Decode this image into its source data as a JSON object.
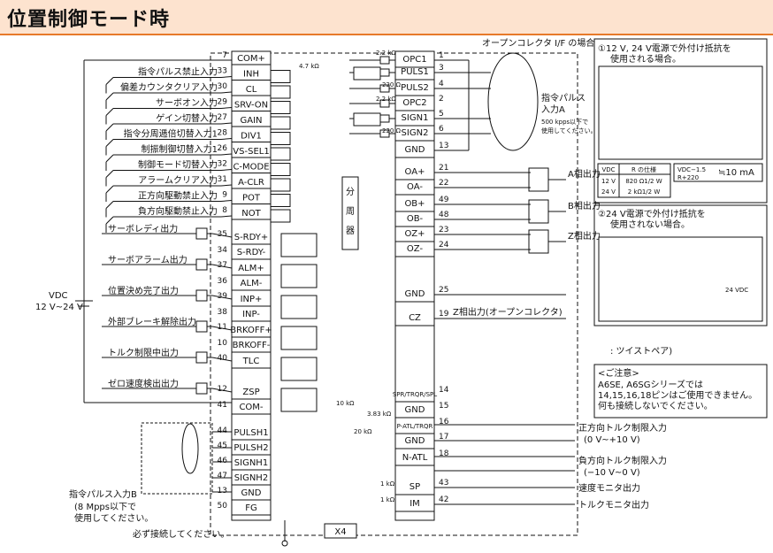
{
  "header": {
    "title": "位置制御モード時"
  },
  "left_pins": [
    {
      "num": "7",
      "label": "COM+",
      "desc": ""
    },
    {
      "num": "33",
      "label": "INH",
      "desc": "指令パルス禁止入力"
    },
    {
      "num": "30",
      "label": "CL",
      "desc": "偏差カウンタクリア入力"
    },
    {
      "num": "29",
      "label": "SRV-ON",
      "desc": "サーボオン入力"
    },
    {
      "num": "27",
      "label": "GAIN",
      "desc": "ゲイン切替入力"
    },
    {
      "num": "28",
      "label": "DIV1",
      "desc": "指令分周逓倍切替入力1"
    },
    {
      "num": "26",
      "label": "VS-SEL1",
      "desc": "制振制御切替入力1"
    },
    {
      "num": "32",
      "label": "C-MODE",
      "desc": "制御モード切替入力"
    },
    {
      "num": "31",
      "label": "A-CLR",
      "desc": "アラームクリア入力"
    },
    {
      "num": "9",
      "label": "POT",
      "desc": "正方向駆動禁止入力"
    },
    {
      "num": "8",
      "label": "NOT",
      "desc": "負方向駆動禁止入力"
    }
  ],
  "outputs": [
    {
      "name": "サーボレディ出力",
      "p1": "35",
      "l1": "S-RDY+",
      "p2": "34",
      "l2": "S-RDY-"
    },
    {
      "name": "サーボアラーム出力",
      "p1": "37",
      "l1": "ALM+",
      "p2": "36",
      "l2": "ALM-"
    },
    {
      "name": "位置決め完了出力",
      "p1": "39",
      "l1": "INP+",
      "p2": "38",
      "l2": "INP-"
    },
    {
      "name": "外部ブレーキ解除出力",
      "p1": "11",
      "l1": "BRKOFF+",
      "p2": "10",
      "l2": "BRKOFF-"
    },
    {
      "name": "トルク制限中出力",
      "p1": "40",
      "l1": "TLC",
      "p2": "",
      "l2": ""
    },
    {
      "name": "ゼロ速度検出出力",
      "p1": "12",
      "l1": "ZSP",
      "p2": "41",
      "l2": "COM-"
    }
  ],
  "pulse_b_pins": [
    {
      "num": "44",
      "label": "PULSH1"
    },
    {
      "num": "45",
      "label": "PULSH2"
    },
    {
      "num": "46",
      "label": "SIGNH1"
    },
    {
      "num": "47",
      "label": "SIGNH2"
    },
    {
      "num": "13",
      "label": "GND"
    },
    {
      "num": "50",
      "label": "FG"
    }
  ],
  "right_pins": [
    {
      "num": "1",
      "label": "OPC1"
    },
    {
      "num": "3",
      "label": "PULS1"
    },
    {
      "num": "4",
      "label": "PULS2"
    },
    {
      "num": "2",
      "label": "OPC2"
    },
    {
      "num": "5",
      "label": "SIGN1"
    },
    {
      "num": "6",
      "label": "SIGN2"
    },
    {
      "num": "13",
      "label": "GND"
    },
    {
      "num": "21",
      "label": "OA+"
    },
    {
      "num": "22",
      "label": "OA-"
    },
    {
      "num": "49",
      "label": "OB+"
    },
    {
      "num": "48",
      "label": "OB-"
    },
    {
      "num": "23",
      "label": "OZ+"
    },
    {
      "num": "24",
      "label": "OZ-"
    },
    {
      "num": "25",
      "label": "GND"
    },
    {
      "num": "19",
      "label": "CZ"
    },
    {
      "num": "14",
      "label": "SPR/TRQR/SPL"
    },
    {
      "num": "15",
      "label": "GND"
    },
    {
      "num": "16",
      "label": "P-ATL/TRQR"
    },
    {
      "num": "17",
      "label": "GND"
    },
    {
      "num": "18",
      "label": "N-ATL"
    },
    {
      "num": "43",
      "label": "SP"
    },
    {
      "num": "42",
      "label": "IM"
    }
  ],
  "labels": {
    "vdc": "VDC",
    "vdc_range": "12 V~24 V",
    "r47k": "4.7 kΩ",
    "r22k": "2.2 kΩ",
    "r220": "220 Ω",
    "r1k": "1 kΩ",
    "r20k": "20 kΩ",
    "r10k": "10 kΩ",
    "r3k": "3.83 kΩ",
    "open_collector_title": "オープンコレクタ I/F の場合",
    "pulse_a_1": "指令パルス",
    "pulse_a_2": "入力A",
    "pulse_a_note1": "500 kpps以下で",
    "pulse_a_note2": "使用してください。",
    "divider": "分周器",
    "a_out": "A相出力",
    "b_out": "B相出力",
    "z_out": "Z相出力",
    "z_oc": "Z相出力(オープンコレクタ)",
    "twisted": ": ツイストペア)",
    "pos_torque_1": "正方向トルク制限入力",
    "pos_torque_2": "(0 V~+10 V)",
    "neg_torque_1": "負方向トルク制限入力",
    "neg_torque_2": "(−10 V~0 V)",
    "speed_monitor": "速度モニタ出力",
    "torque_monitor": "トルクモニタ出力",
    "pulse_b_1": "指令パルス入力B",
    "pulse_b_2": "(8 Mpps以下で",
    "pulse_b_3": "使用してください。",
    "must_connect": "必ず接続してください。",
    "connector": "X4"
  },
  "side_note": {
    "case1": "①12 V, 24 V電源で外付け抵抗を使用される場合。",
    "case1_l1": "①12 V, 24 V電源で外付け抵抗を",
    "case1_l2": "使用される場合。",
    "table_head": [
      "VDC",
      "R の仕様"
    ],
    "table_rows": [
      [
        "12 V",
        "820 Ω1/2 W"
      ],
      [
        "24 V",
        "2 kΩ1/2 W"
      ]
    ],
    "formula_l1": "VDC−1.5",
    "formula_l2": "R+220",
    "formula_r": "≒10 mA",
    "case2_l1": "②24 V電源で外付け抵抗を",
    "case2_l2": "使用されない場合。",
    "v24": "24 VDC",
    "caution_title": "<ご注意>",
    "caution_1": "A6SE, A6SGシリーズでは",
    "caution_2": "14,15,16,18ピンはご使用できません。",
    "caution_3": "何も接続しないでください。"
  }
}
